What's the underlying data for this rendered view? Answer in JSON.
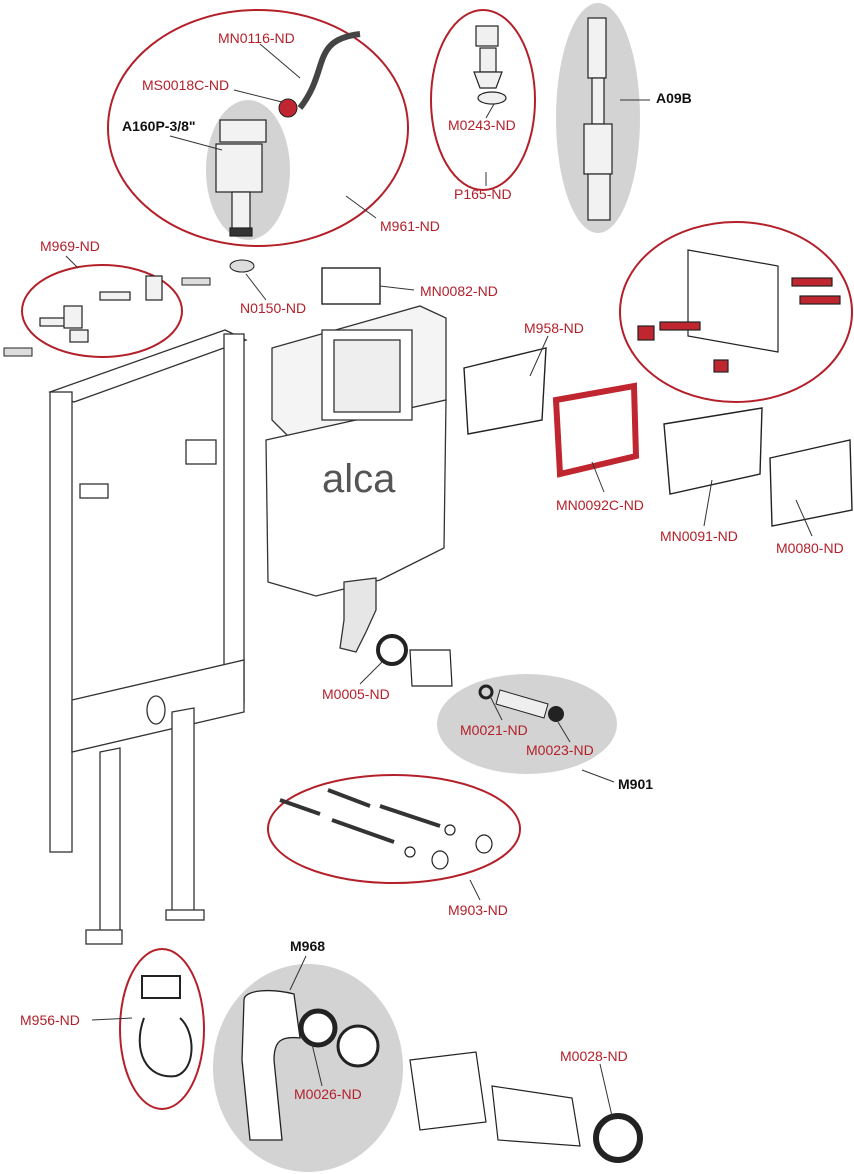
{
  "brand": {
    "logo_text": "alca"
  },
  "colors": {
    "label_red": "#b3202a",
    "label_black": "#111111",
    "highlight_red": "#c0262f",
    "group_gray": "#d3d3d3",
    "line": "#333333"
  },
  "labels": {
    "mn0116": "MN0116-ND",
    "ms0018c": "MS0018C-ND",
    "a160p": "A160P-3/8\"",
    "m961": "M961-ND",
    "m0243": "M0243-ND",
    "p165": "P165-ND",
    "a09b": "A09B",
    "m969": "M969-ND",
    "n0150": "N0150-ND",
    "mn0082": "MN0082-ND",
    "m958": "M958-ND",
    "mn0092c": "MN0092C-ND",
    "mn0091": "MN0091-ND",
    "m0080": "M0080-ND",
    "m0005": "M0005-ND",
    "m0021": "M0021-ND",
    "m0023": "M0023-ND",
    "m901": "M901",
    "m903": "M903-ND",
    "m956": "M956-ND",
    "m968": "M968",
    "m0026": "M0026-ND",
    "m0028": "M0028-ND"
  }
}
